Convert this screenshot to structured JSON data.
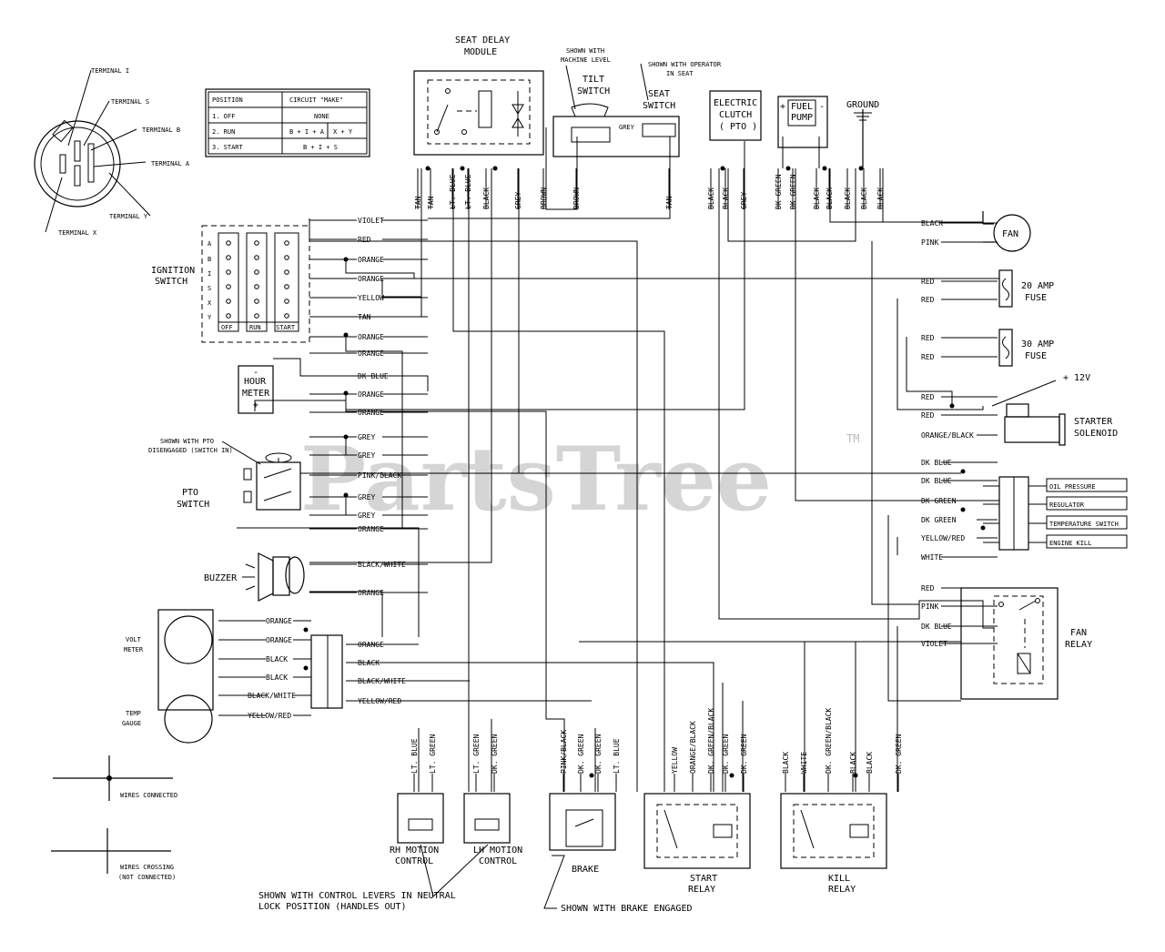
{
  "watermark": {
    "text": "PartsTree",
    "tm": "TM"
  },
  "key_switch": {
    "terminals": [
      "TERMINAL I",
      "TERMINAL S",
      "TERMINAL B",
      "TERMINAL A",
      "TERMINAL Y",
      "TERMINAL X"
    ]
  },
  "position_table": {
    "headers": [
      "POSITION",
      "CIRCUIT \"MAKE\""
    ],
    "rows": [
      [
        "1. OFF",
        "NONE",
        ""
      ],
      [
        "2. RUN",
        "B + I + A",
        "X + Y"
      ],
      [
        "3. START",
        "B + I + S",
        ""
      ]
    ]
  },
  "ignition_switch": {
    "label_line1": "IGNITION",
    "label_line2": "SWITCH",
    "rows": [
      "A",
      "B",
      "I",
      "S",
      "X",
      "Y"
    ],
    "cols": [
      "OFF",
      "RUN",
      "START"
    ]
  },
  "seat_delay": {
    "line1": "SEAT DELAY",
    "line2": "MODULE"
  },
  "tilt_switch": {
    "note1": "SHOWN WITH",
    "note2": "MACHINE LEVEL",
    "line1": "TILT",
    "line2": "SWITCH"
  },
  "seat_switch": {
    "note1": "SHOWN WITH OPERATOR",
    "note2": "IN SEAT",
    "line1": "SEAT",
    "line2": "SWITCH"
  },
  "electric_clutch": {
    "line1": "ELECTRIC",
    "line2": "CLUTCH",
    "line3": "( PTO )"
  },
  "fuel_pump": {
    "line1": "FUEL",
    "line2": "PUMP",
    "plus": "+",
    "minus": "-"
  },
  "ground": {
    "label": "GROUND"
  },
  "fan": {
    "label": "FAN"
  },
  "fuse20": {
    "line1": "20 AMP",
    "line2": "FUSE"
  },
  "fuse30": {
    "line1": "30 AMP",
    "line2": "FUSE"
  },
  "plus12v": "+ 12V",
  "starter_solenoid": {
    "line1": "STARTER",
    "line2": "SOLENOID"
  },
  "sensors": [
    "OIL PRESSURE",
    "REGULATOR",
    "TEMPERATURE SWITCH",
    "ENGINE KILL"
  ],
  "fan_relay": {
    "line1": "FAN",
    "line2": "RELAY"
  },
  "hour_meter": {
    "line1": "HOUR",
    "line2": "METER",
    "minus": "-",
    "plus": "+"
  },
  "pto_switch": {
    "note1": "SHOWN WITH PTO",
    "note2": "DISENGAGED (SWITCH IN)",
    "line1": "PTO",
    "line2": "SWITCH"
  },
  "buzzer": {
    "label": "BUZZER"
  },
  "volt_meter": {
    "line1": "VOLT",
    "line2": "METER"
  },
  "temp_gauge": {
    "line1": "TEMP",
    "line2": "GAUGE"
  },
  "legend": {
    "connected": "WIRES CONNECTED",
    "crossing1": "WIRES CROSSING",
    "crossing2": "(NOT CONNECTED)"
  },
  "rh_motion": {
    "line1": "RH MOTION",
    "line2": "CONTROL"
  },
  "lh_motion": {
    "line1": "LH MOTION",
    "line2": "CONTROL"
  },
  "brake": {
    "label": "BRAKE",
    "note": "SHOWN WITH BRAKE ENGAGED"
  },
  "start_relay": {
    "line1": "START",
    "line2": "RELAY"
  },
  "kill_relay": {
    "line1": "KILL",
    "line2": "RELAY"
  },
  "levers_note": {
    "line1": "SHOWN WITH CONTROL LEVERS IN NEUTRAL",
    "line2": "LOCK POSITION (HANDLES OUT)"
  },
  "left_wires": [
    "VIOLET",
    "RED",
    "ORANGE",
    "ORANGE",
    "YELLOW",
    "TAN",
    "ORANGE",
    "ORANGE",
    "DK BLUE",
    "ORANGE",
    "ORANGE",
    "GREY",
    "GREY",
    "PINK/BLACK",
    "GREY",
    "GREY",
    "ORANGE",
    "BLACK/WHITE",
    "ORANGE"
  ],
  "connector_wires": [
    "ORANGE",
    "ORANGE",
    "BLACK",
    "BLACK",
    "BLACK/WHITE",
    "YELLOW/RED"
  ],
  "connector_out": [
    "ORANGE",
    "BLACK",
    "BLACK/WHITE",
    "YELLOW/RED"
  ],
  "right_wires": [
    "BLACK",
    "PINK",
    "RED",
    "RED",
    "RED",
    "RED",
    "RED",
    "RED",
    "ORANGE/BLACK",
    "DK BLUE",
    "DK BLUE",
    "DK GREEN",
    "DK GREEN",
    "YELLOW/RED",
    "WHITE",
    "RED",
    "PINK",
    "DK BLUE",
    "VIOLET"
  ],
  "top_wires": [
    "TAN",
    "TAN",
    "LT. BLUE",
    "LT. BLUE",
    "BLACK",
    "GREY",
    "BROWN",
    "BROWN",
    "TAN",
    "BLACK",
    "BLACK",
    "GREY",
    "DK GREEN",
    "DK GREEN",
    "BLACK",
    "BLACK",
    "BLACK",
    "BLACK",
    "BLACK"
  ],
  "tilt_grey": "GREY",
  "bottom_wires": [
    "LT. BLUE",
    "LT. GREEN",
    "LT. GREEN",
    "DK. GREEN",
    "PINK/BLACK",
    "DK. GREEN",
    "DK. GREEN",
    "LT. BLUE",
    "YELLOW",
    "ORANGE/BLACK",
    "DK. GREEN/BLACK",
    "DK. GREEN",
    "DK. GREEN",
    "BLACK",
    "WHITE",
    "DK. GREEN/BLACK",
    "BLACK",
    "BLACK",
    "DK. GREEN"
  ]
}
